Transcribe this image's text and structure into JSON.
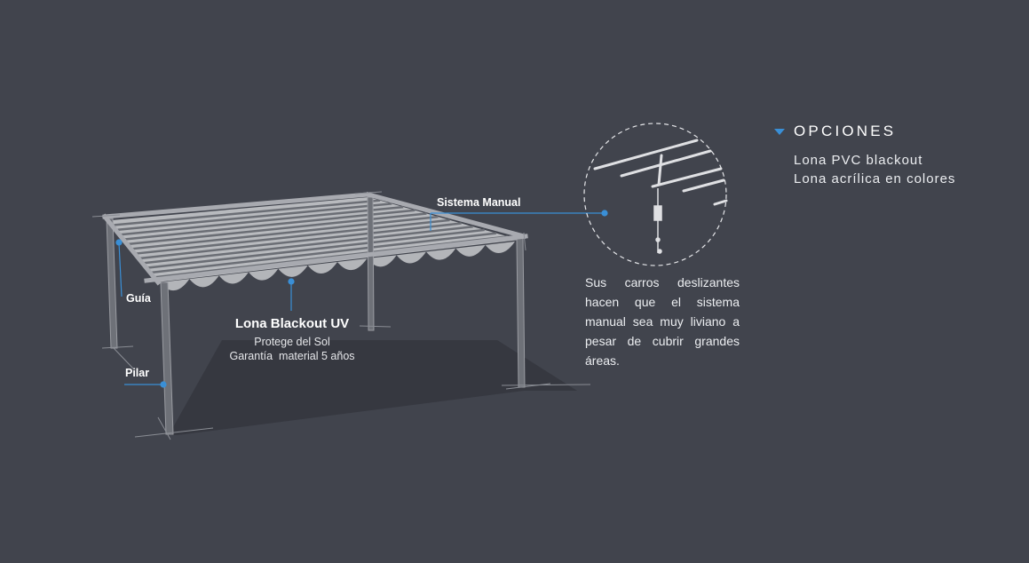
{
  "labels": {
    "sistema": "Sistema Manual",
    "guia": "Guía",
    "pilar": "Pilar",
    "lona_title": "Lona Blackout UV",
    "lona_line1": "Protege del Sol",
    "lona_line2": "Garantía  material 5 años"
  },
  "description": "Sus carros deslizantes hacen que el sistema manual sea muy liviano a pesar de cubrir grandes áreas.",
  "options": {
    "title": "OPCIONES",
    "items": [
      "Lona PVC blackout",
      "Lona acrílica en colores"
    ]
  },
  "colors": {
    "background": "#41444d",
    "accent": "#3a8fd6"
  }
}
